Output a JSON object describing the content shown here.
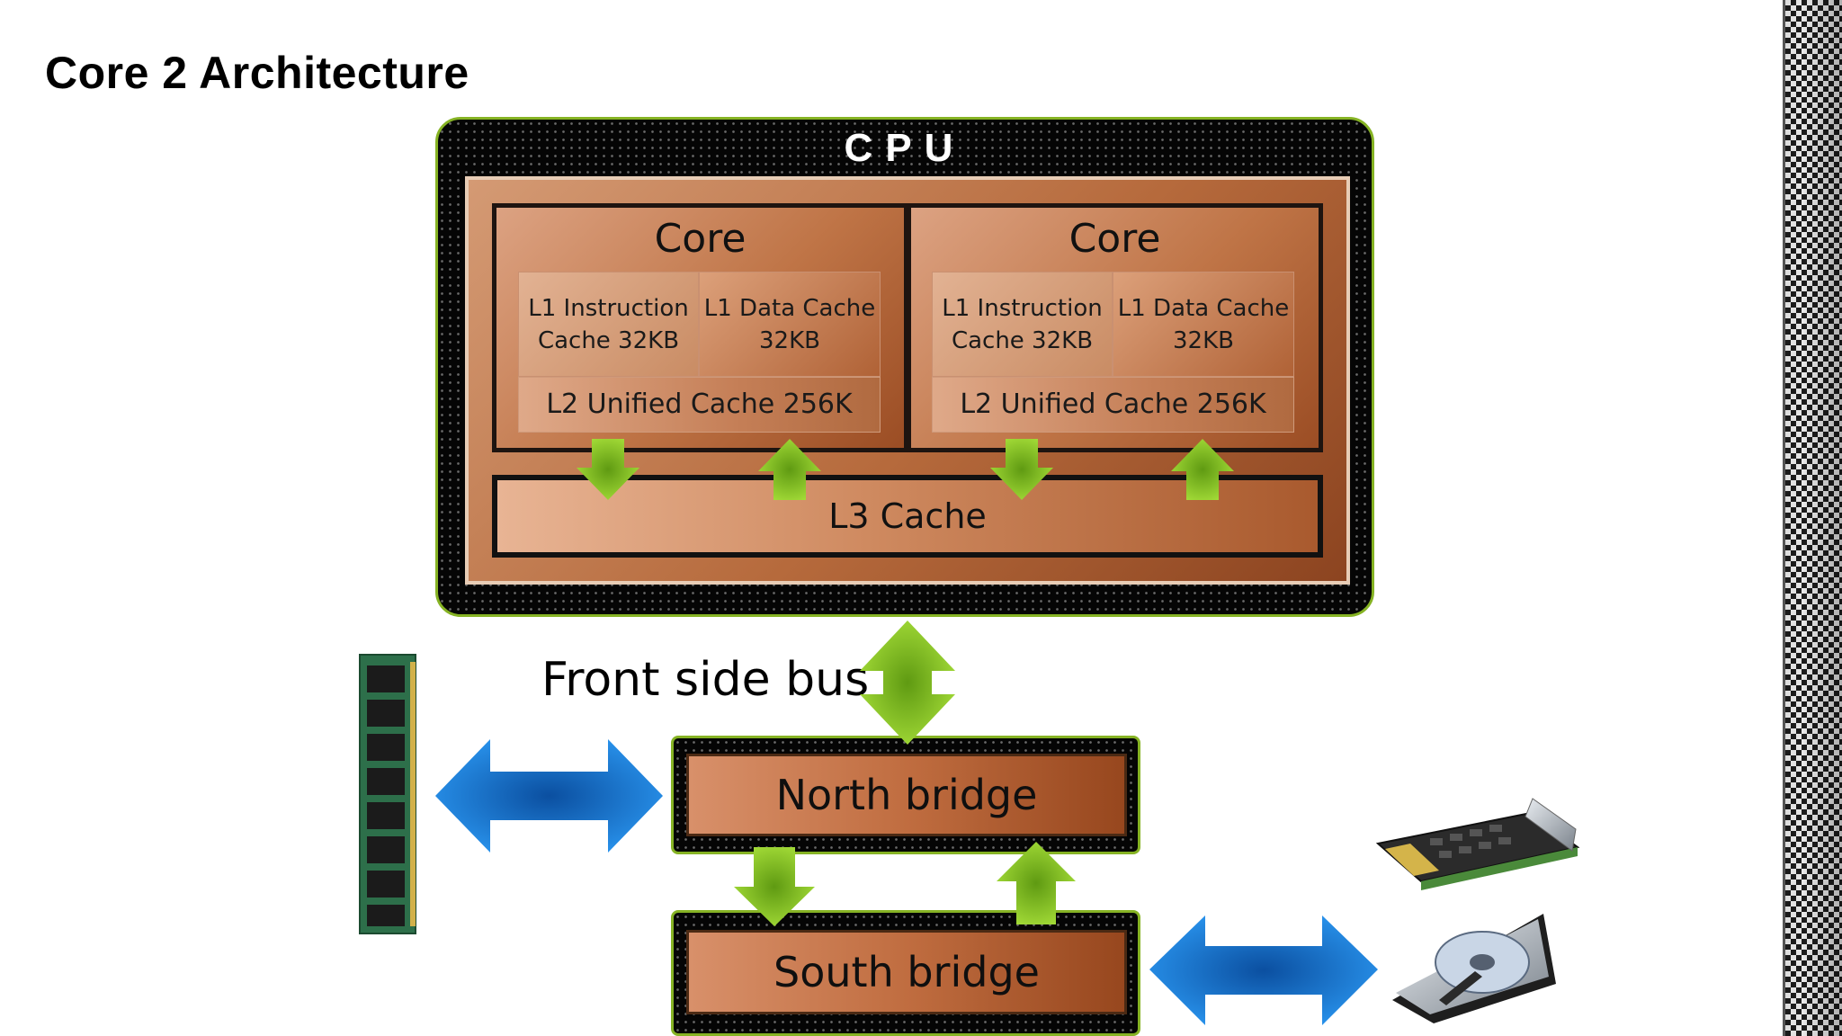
{
  "slide": {
    "title": "Core 2 Architecture"
  },
  "cpu": {
    "label": "CPU",
    "cores": [
      {
        "title": "Core",
        "l1_instruction": "L1 Instruction\nCache 32KB",
        "l1_data": "L1 Data Cache\n32KB",
        "l2": "L2 Unified Cache 256K"
      },
      {
        "title": "Core",
        "l1_instruction": "L1 Instruction\nCache 32KB",
        "l1_data": "L1 Data Cache\n32KB",
        "l2": "L2 Unified Cache 256K"
      }
    ],
    "l3": "L3 Cache"
  },
  "bus": {
    "label": "Front side bus"
  },
  "north_bridge": {
    "label": "North bridge"
  },
  "south_bridge": {
    "label": "South bridge"
  },
  "icons": {
    "memory": "ram-module-icon",
    "storage_card": "ssd-card-icon",
    "hard_drive": "hard-drive-icon"
  },
  "colors": {
    "green_arrow": "#7fbf1e",
    "blue_arrow": "#1e86e0",
    "housing_outline": "#86b324"
  }
}
